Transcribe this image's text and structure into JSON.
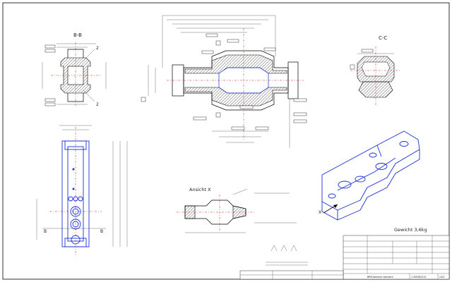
{
  "views": {
    "section_bb": "B-B",
    "section_cc": "C-C",
    "view_x": "Ansicht X",
    "arrow_x": "X",
    "section_marker": "B"
  },
  "weight": "Gewicht 3,6kg",
  "callouts": {
    "c1": "2",
    "c2": "2"
  },
  "title_block": {
    "drawing_name": "BPM-Kammer standard",
    "drawing_number": "1-300382215",
    "revision": "C4/3"
  },
  "colors": {
    "line": "#000000",
    "hidden_blue": "#1a2fd6",
    "centerline_red": "#d12020"
  }
}
